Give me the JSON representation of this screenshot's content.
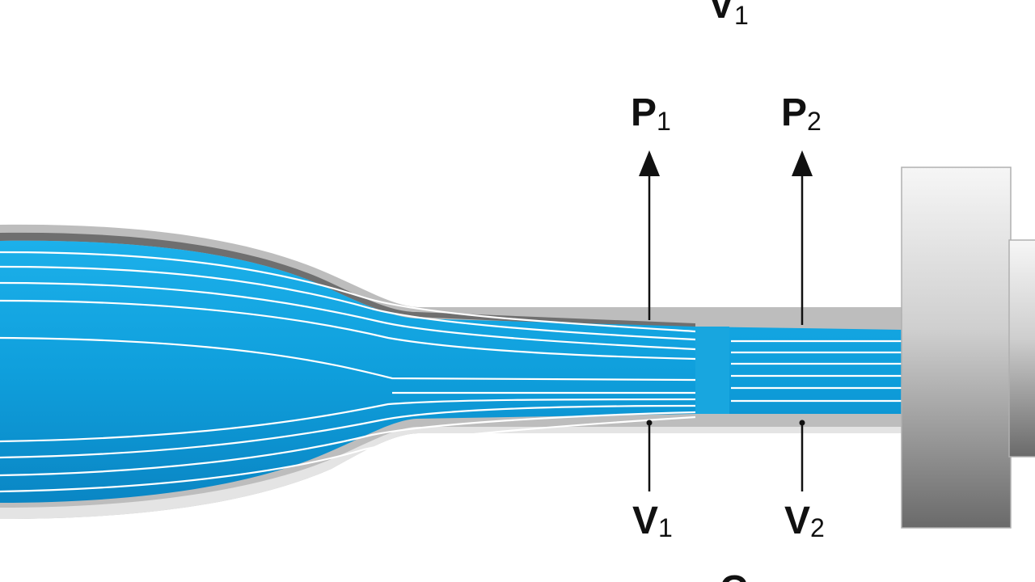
{
  "labels": {
    "top_partial": {
      "main": "V",
      "sub": "1"
    },
    "p1": {
      "main": "P",
      "sub": "1"
    },
    "p2": {
      "main": "P",
      "sub": "2"
    },
    "v1": {
      "main": "V",
      "sub": "1"
    },
    "v2": {
      "main": "V",
      "sub": "2"
    },
    "bottom_partial": {
      "main": "C",
      "sub": ""
    }
  },
  "colors": {
    "fluid": "#109bd6",
    "fluid_light": "#1aa9e4",
    "wall": "#b8b8b8",
    "wall_dark": "#6e6e6e",
    "streamline": "#ffffff",
    "arrow": "#111111"
  }
}
